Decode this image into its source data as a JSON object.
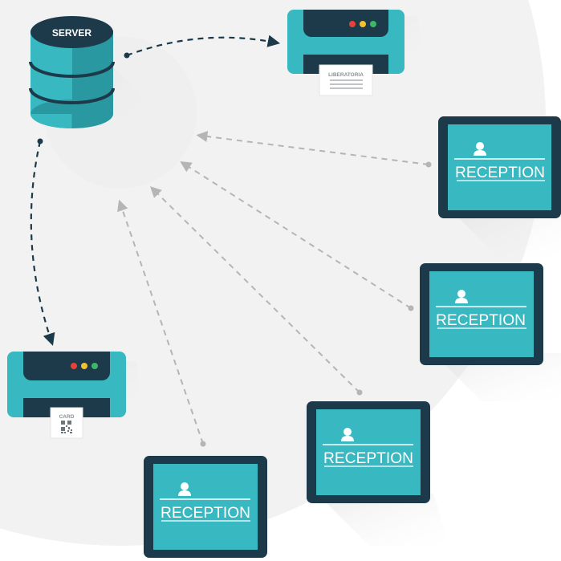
{
  "server": {
    "label": "SERVER"
  },
  "printer_top": {
    "paper_label": "LIBERATORIA"
  },
  "printer_bottom": {
    "paper_label": "CARD"
  },
  "terminals": [
    {
      "label": "RECEPTION"
    },
    {
      "label": "RECEPTION"
    },
    {
      "label": "RECEPTION"
    },
    {
      "label": "RECEPTION"
    }
  ],
  "colors": {
    "navy": "#1d3a4b",
    "teal": "#38b8c0",
    "teal_dark": "#2a98a0",
    "led_red": "#e8413c",
    "led_yellow": "#f2c12e",
    "led_green": "#3db66a",
    "dash_gray": "#b5b5b5",
    "halo": "#f1f1f1"
  }
}
